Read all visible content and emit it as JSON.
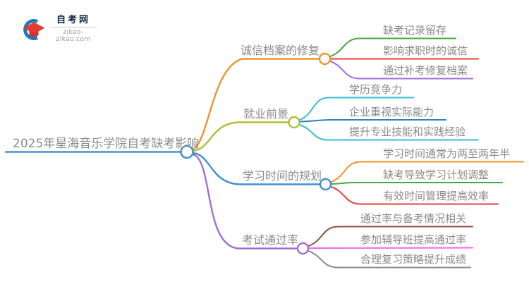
{
  "page": {
    "background": "#ffffff",
    "text_color": "#8a8a8a"
  },
  "logo": {
    "title": "自考网",
    "subtitle": "zikao-zikao.com",
    "icon": "graduation-cap-icon",
    "cap_color": "#e23c34",
    "swoosh_color": "#2176bd"
  },
  "mindmap": {
    "root": {
      "label": "2025年星海音乐学院自考缺考影响",
      "color": "#4a90d2"
    },
    "branches": [
      {
        "label": "诚信档案的修复",
        "color": "#f0932a",
        "children": [
          {
            "label": "缺考记录留存",
            "color": "#47a83e"
          },
          {
            "label": "影响求职时的诚信",
            "color": "#e5403a"
          },
          {
            "label": "通过补考修复档案",
            "color": "#9e6fd6"
          }
        ]
      },
      {
        "label": "就业前景",
        "color": "#b4bd30",
        "children": [
          {
            "label": "学历竞争力",
            "color": "#35bcd9"
          },
          {
            "label": "企业重视实际能力",
            "color": "#2f7fc1"
          },
          {
            "label": "提升专业技能和实践经验",
            "color": "#35bcd9"
          }
        ]
      },
      {
        "label": "学习时间的规划",
        "color": "#3f8fd2",
        "children": [
          {
            "label": "学习时间通常为两至两年半",
            "color": "#f0932a"
          },
          {
            "label": "缺考导致学习计划调整",
            "color": "#47a83e"
          },
          {
            "label": "有效时间管理提高效率",
            "color": "#e5403a"
          }
        ]
      },
      {
        "label": "考试通过率",
        "color": "#9e6fd6",
        "children": [
          {
            "label": "通过率与备考情况相关",
            "color": "#8d5044"
          },
          {
            "label": "参加辅导班提高通过率",
            "color": "#f565e5"
          },
          {
            "label": "合理复习策略提升成绩",
            "color": "#8e8e8e"
          }
        ]
      }
    ]
  }
}
